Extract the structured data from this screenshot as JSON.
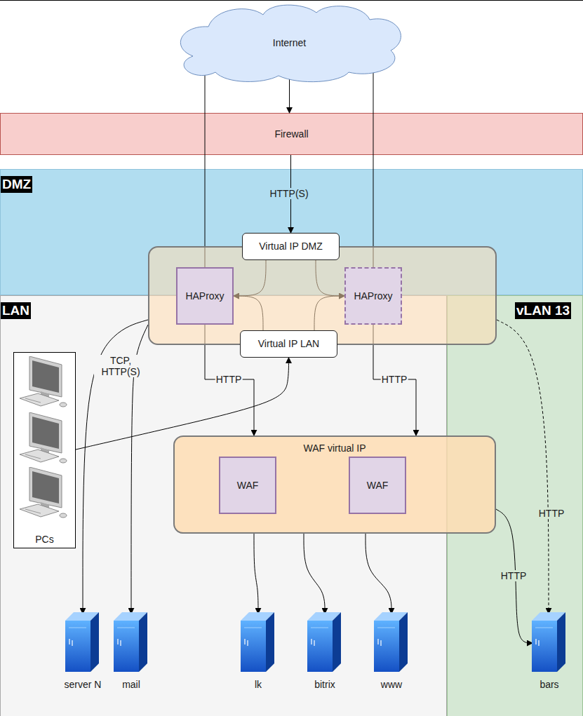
{
  "diagram": {
    "nodes": [
      {
        "text": [
          "Internet"
        ]
      },
      {
        "text": [
          "Firewall"
        ]
      },
      {
        "text": [
          "DMZ"
        ]
      },
      {
        "text": [
          "LAN"
        ]
      },
      {
        "text": [
          "vLAN 13"
        ]
      },
      {
        "text": []
      },
      {
        "text": [
          "Virtual IP DMZ"
        ],
        "in": 5
      },
      {
        "text": [
          "HAProxy"
        ],
        "in": 5
      },
      {
        "text": [
          "HAProxy"
        ],
        "in": 5
      },
      {
        "text": [
          "Virtual IP LAN"
        ],
        "in": 5
      },
      {
        "text": [
          "PCs"
        ],
        "in": 3
      },
      {
        "text": [
          "WAF virtual IP"
        ]
      },
      {
        "text": [
          "WAF"
        ],
        "in": 11
      },
      {
        "text": [
          "WAF"
        ],
        "in": 11
      },
      {
        "text": [
          "server N"
        ],
        "in": 3
      },
      {
        "text": [
          "mail"
        ],
        "in": 3
      },
      {
        "text": [
          "lk"
        ],
        "in": 3
      },
      {
        "text": [
          "bitrix"
        ],
        "in": 3
      },
      {
        "text": [
          "www"
        ],
        "in": 3
      },
      {
        "text": [
          "bars"
        ],
        "in": 4
      }
    ],
    "edges": [
      {
        "from": 0,
        "to": 1,
        "arrow": "to"
      },
      {
        "from": 1,
        "to": 6,
        "label": "HTTP(S)",
        "arrow": "to"
      },
      {
        "from": 7,
        "to": 0,
        "arrow": "to"
      },
      {
        "from": 8,
        "to": 0,
        "arrow": "to"
      },
      {
        "from": 6,
        "to": 7,
        "arrow": "to"
      },
      {
        "from": 6,
        "to": 8,
        "arrow": "to"
      },
      {
        "from": 9,
        "to": 7,
        "arrow": "to"
      },
      {
        "from": 9,
        "to": 8,
        "arrow": "to"
      },
      {
        "from": 10,
        "to": 9,
        "arrow": "to"
      },
      {
        "from": 7,
        "to": 11,
        "label": "HTTP",
        "arrow": "to"
      },
      {
        "from": 8,
        "to": 11,
        "label": "HTTP",
        "arrow": "to"
      },
      {
        "from": 5,
        "to": 14,
        "label": "TCP, HTTP(S)",
        "arrow": "to"
      },
      {
        "from": 5,
        "to": 15,
        "arrow": "to"
      },
      {
        "from": 5,
        "to": 19,
        "label": "HTTP",
        "arrow": "to"
      },
      {
        "from": 11,
        "to": 16,
        "arrow": "to"
      },
      {
        "from": 11,
        "to": 17,
        "arrow": "to"
      },
      {
        "from": 11,
        "to": 18,
        "arrow": "to"
      },
      {
        "from": 11,
        "to": 19,
        "label": "HTTP",
        "arrow": "to"
      }
    ]
  }
}
